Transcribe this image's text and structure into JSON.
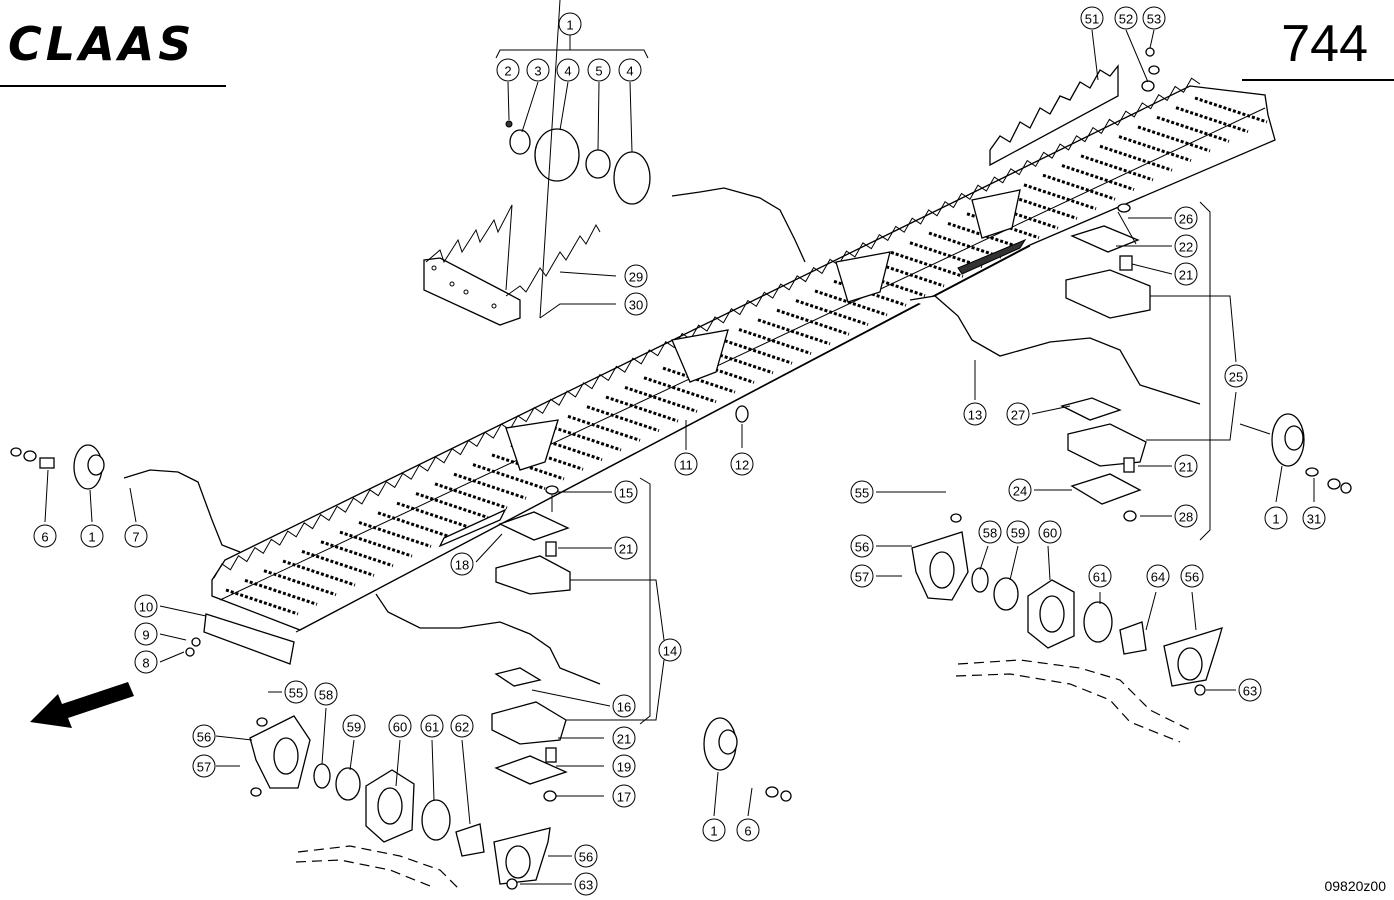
{
  "header": {
    "brand": "CLAAS",
    "page_number": "744"
  },
  "footer": {
    "drawing_id": "09820z00"
  },
  "callouts": [
    {
      "id": "c1a",
      "label": "1"
    },
    {
      "id": "c2",
      "label": "2"
    },
    {
      "id": "c3",
      "label": "3"
    },
    {
      "id": "c4a",
      "label": "4"
    },
    {
      "id": "c5",
      "label": "5"
    },
    {
      "id": "c4b",
      "label": "4"
    },
    {
      "id": "c51",
      "label": "51"
    },
    {
      "id": "c52",
      "label": "52"
    },
    {
      "id": "c53",
      "label": "53"
    },
    {
      "id": "c26",
      "label": "26"
    },
    {
      "id": "c22",
      "label": "22"
    },
    {
      "id": "c21a",
      "label": "21"
    },
    {
      "id": "c29",
      "label": "29"
    },
    {
      "id": "c30",
      "label": "30"
    },
    {
      "id": "c25",
      "label": "25"
    },
    {
      "id": "c13",
      "label": "13"
    },
    {
      "id": "c27",
      "label": "27"
    },
    {
      "id": "c11",
      "label": "11"
    },
    {
      "id": "c12",
      "label": "12"
    },
    {
      "id": "c21b",
      "label": "21"
    },
    {
      "id": "c24",
      "label": "24"
    },
    {
      "id": "c28",
      "label": "28"
    },
    {
      "id": "c1b",
      "label": "1"
    },
    {
      "id": "c31",
      "label": "31"
    },
    {
      "id": "c6a",
      "label": "6"
    },
    {
      "id": "c1c",
      "label": "1"
    },
    {
      "id": "c7",
      "label": "7"
    },
    {
      "id": "c15",
      "label": "15"
    },
    {
      "id": "c18",
      "label": "18"
    },
    {
      "id": "c21c",
      "label": "21"
    },
    {
      "id": "c55a",
      "label": "55"
    },
    {
      "id": "c56a",
      "label": "56"
    },
    {
      "id": "c57a",
      "label": "57"
    },
    {
      "id": "c58a",
      "label": "58"
    },
    {
      "id": "c59a",
      "label": "59"
    },
    {
      "id": "c60a",
      "label": "60"
    },
    {
      "id": "c61a",
      "label": "61"
    },
    {
      "id": "c64",
      "label": "64"
    },
    {
      "id": "c56b",
      "label": "56"
    },
    {
      "id": "c10",
      "label": "10"
    },
    {
      "id": "c9",
      "label": "9"
    },
    {
      "id": "c8",
      "label": "8"
    },
    {
      "id": "c14",
      "label": "14"
    },
    {
      "id": "c63a",
      "label": "63"
    },
    {
      "id": "c55b",
      "label": "55"
    },
    {
      "id": "c58b",
      "label": "58"
    },
    {
      "id": "c56c",
      "label": "56"
    },
    {
      "id": "c59b",
      "label": "59"
    },
    {
      "id": "c60b",
      "label": "60"
    },
    {
      "id": "c61b",
      "label": "61"
    },
    {
      "id": "c62",
      "label": "62"
    },
    {
      "id": "c16",
      "label": "16"
    },
    {
      "id": "c57b",
      "label": "57"
    },
    {
      "id": "c21d",
      "label": "21"
    },
    {
      "id": "c19",
      "label": "19"
    },
    {
      "id": "c17",
      "label": "17"
    },
    {
      "id": "c1d",
      "label": "1"
    },
    {
      "id": "c6b",
      "label": "6"
    },
    {
      "id": "c56d",
      "label": "56"
    },
    {
      "id": "c63b",
      "label": "63"
    }
  ]
}
